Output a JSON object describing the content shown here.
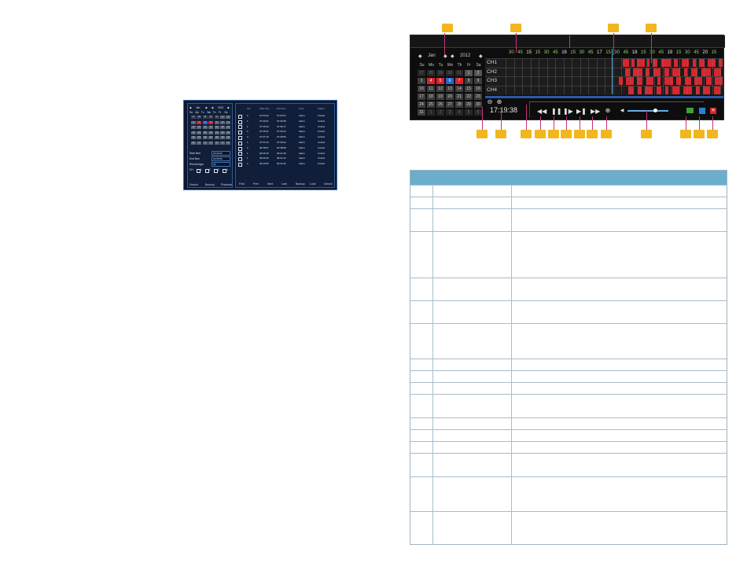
{
  "search_screen": {
    "nav_prev": "◆",
    "nav_next": "◆",
    "month_short": "Jan",
    "year_short": "2012",
    "weekdays": [
      "Su",
      "Mo",
      "Tu",
      "We",
      "Th",
      "Fr",
      "Sa"
    ],
    "start_time_label": "Start time",
    "start_time_value": "00:00:00",
    "end_time_label": "End time",
    "end_time_value": "23:59:59",
    "record_type_label": "Record type",
    "record_type_value": "All",
    "channel_label": "CH",
    "channel_options": [
      "1",
      "2",
      "3",
      "4"
    ],
    "buttons": [
      "Search",
      "Backup",
      "Playback"
    ],
    "columns": [
      "CH",
      "Start time",
      "End time",
      "Type",
      "Status"
    ],
    "rows": [
      [
        "2",
        "07:53:42",
        "07:53:57",
        "Alarm",
        "Unlock"
      ],
      [
        "1",
        "07:30:21",
        "07:30:38",
        "Alarm",
        "Unlock"
      ],
      [
        "1",
        "07:35:43",
        "07:36:17",
        "Alarm",
        "Unlock"
      ],
      [
        "2",
        "07:35:41",
        "07:36:24",
        "Alarm",
        "Unlock"
      ],
      [
        "3",
        "07:37:10",
        "07:38:50",
        "Alarm",
        "Unlock"
      ],
      [
        "1",
        "07:37:22",
        "07:38:12",
        "Alarm",
        "Unlock"
      ],
      [
        "2",
        "06:38:07",
        "06:38:08",
        "Alarm",
        "Unlock"
      ],
      [
        "1",
        "06:30:15",
        "06:31:28",
        "Alarm",
        "Unlock"
      ],
      [
        "1",
        "06:30:20",
        "06:31:32",
        "Alarm",
        "Unlock"
      ],
      [
        "2",
        "06:29:55",
        "06:32:20",
        "Alarm",
        "Unlock"
      ]
    ],
    "pager": [
      "First",
      "Prev",
      "Next",
      "Last",
      "Backup",
      "Lock",
      "Unlock"
    ]
  },
  "playback": {
    "month": "Jan",
    "year": "2012",
    "weekdays": [
      "Su",
      "Mo",
      "Tu",
      "We",
      "Th",
      "Fr",
      "Sa"
    ],
    "calendar_rows": [
      [
        "27",
        "28",
        "29",
        "30",
        "31",
        "1",
        "2"
      ],
      [
        "3",
        "4",
        "5",
        "6",
        "7",
        "8",
        "9"
      ],
      [
        "10",
        "11",
        "12",
        "13",
        "14",
        "15",
        "16"
      ],
      [
        "17",
        "18",
        "19",
        "20",
        "21",
        "22",
        "23"
      ],
      [
        "24",
        "25",
        "26",
        "27",
        "28",
        "29",
        "30"
      ],
      [
        "31",
        "1",
        "2",
        "3",
        "4",
        "5",
        "6"
      ]
    ],
    "timeline_ticks": [
      "30",
      "45",
      "15",
      "15",
      "30",
      "45",
      "16",
      "15",
      "30",
      "45",
      "17",
      "15",
      "30",
      "45",
      "18",
      "15",
      "30",
      "45",
      "19",
      "15",
      "30",
      "45",
      "20",
      "15"
    ],
    "channels": [
      "CH1",
      "CH2",
      "CH3",
      "CH4"
    ],
    "time_display": "17:19:38",
    "zoom_out_icon": "zoom-out-icon",
    "zoom_in_icon": "zoom-in-icon",
    "controls": [
      "rewind-icon",
      "pause-icon",
      "step-forward-icon",
      "next-icon",
      "fast-forward-icon",
      "zoom-icon",
      "volume-icon"
    ],
    "right_icons": [
      "backup-icon",
      "save-icon",
      "close-icon"
    ]
  },
  "colors": {
    "callout": "#f2b71d",
    "leader": "#c0347a",
    "record": "#d8262f",
    "table_header": "#6aaecb",
    "selected_day": "#2a67c9",
    "event_day": "#d9232d"
  }
}
